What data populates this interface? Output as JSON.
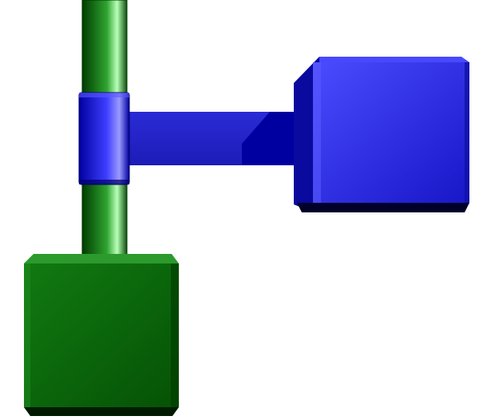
{
  "colors": {
    "background": "#ffffff",
    "green_light": "#2fa32f",
    "green_mid": "#0f6e0f",
    "green_dark": "#004a00",
    "green_highlight": "#b8ffb8",
    "blue_light": "#4b4bff",
    "blue_mid": "#1f1fcf",
    "blue_dark": "#0000a0",
    "blue_shadow": "#000066",
    "outline_dark": "#00002a"
  },
  "icons": {
    "green_pole": "vertical-green-cylinder-shape",
    "blue_collar": "blue-cylindrical-collar-shape",
    "blue_arm": "horizontal-blue-arm-shape",
    "blue_box": "blue-cube-shape",
    "green_box": "green-cube-shape"
  }
}
